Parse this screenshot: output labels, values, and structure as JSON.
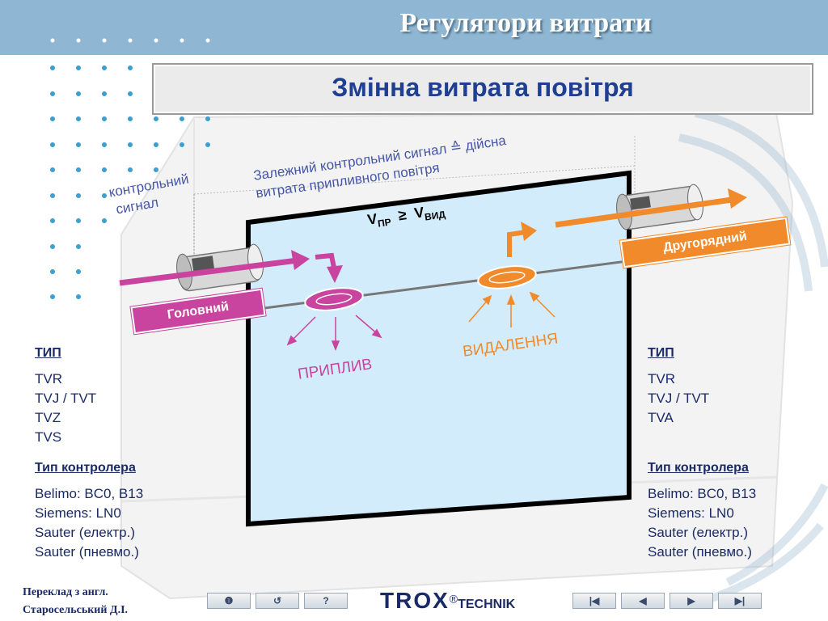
{
  "header": {
    "title": "Регулятори витрати"
  },
  "subtitle": "Змінна витрата повітря",
  "diagram": {
    "label_dependent": [
      "Залежний контрольний сигнал ≙ дійсна",
      "витрата припливного повітря"
    ],
    "label_control": [
      "контрольний",
      "сигнал"
    ],
    "formula": {
      "v": "V",
      "sub1": "ПР",
      "ge": "≥",
      "sub2": "ВИД"
    },
    "badge_main": "Головний",
    "badge_secondary": "Другорядний",
    "supply": "ПРИПЛИВ",
    "exhaust": "ВИДАЛЕННЯ",
    "colors": {
      "magenta": "#c8449e",
      "orange": "#f08a2a",
      "room": "#d3ecfb"
    }
  },
  "left_col": {
    "type_header": "ТИП",
    "types": [
      "TVR",
      "TVJ / TVT",
      "TVZ",
      "TVS"
    ],
    "controller_header": "Тип контролера",
    "controllers": [
      "Belimo: BC0, B13",
      "Siemens: LN0",
      "Sauter (електр.)",
      "Sauter (пневмо.)"
    ]
  },
  "right_col": {
    "type_header": "ТИП",
    "types": [
      "TVR",
      "TVJ / TVT",
      "TVA"
    ],
    "controller_header": "Тип контролера",
    "controllers": [
      "Belimo: BC0, B13",
      "Siemens: LN0",
      "Sauter (електр.)",
      "Sauter (пневмо.)"
    ]
  },
  "footer": {
    "credit": [
      "Переклад з англ.",
      "Старосельський Д.І."
    ],
    "buttons_left": [
      {
        "name": "info-button",
        "icon": "info-icon",
        "glyph": "❶"
      },
      {
        "name": "return-button",
        "icon": "return-icon",
        "glyph": "↺"
      },
      {
        "name": "help-button",
        "icon": "help-icon",
        "glyph": "?"
      }
    ],
    "buttons_right": [
      {
        "name": "first-button",
        "icon": "first-icon",
        "glyph": "|◀"
      },
      {
        "name": "prev-button",
        "icon": "prev-icon",
        "glyph": "◀"
      },
      {
        "name": "next-button",
        "icon": "next-icon",
        "glyph": "▶"
      },
      {
        "name": "last-button",
        "icon": "last-icon",
        "glyph": "▶|"
      }
    ],
    "logo_brand": "TROX",
    "logo_reg": "®",
    "logo_suffix": "TECHNIK"
  }
}
